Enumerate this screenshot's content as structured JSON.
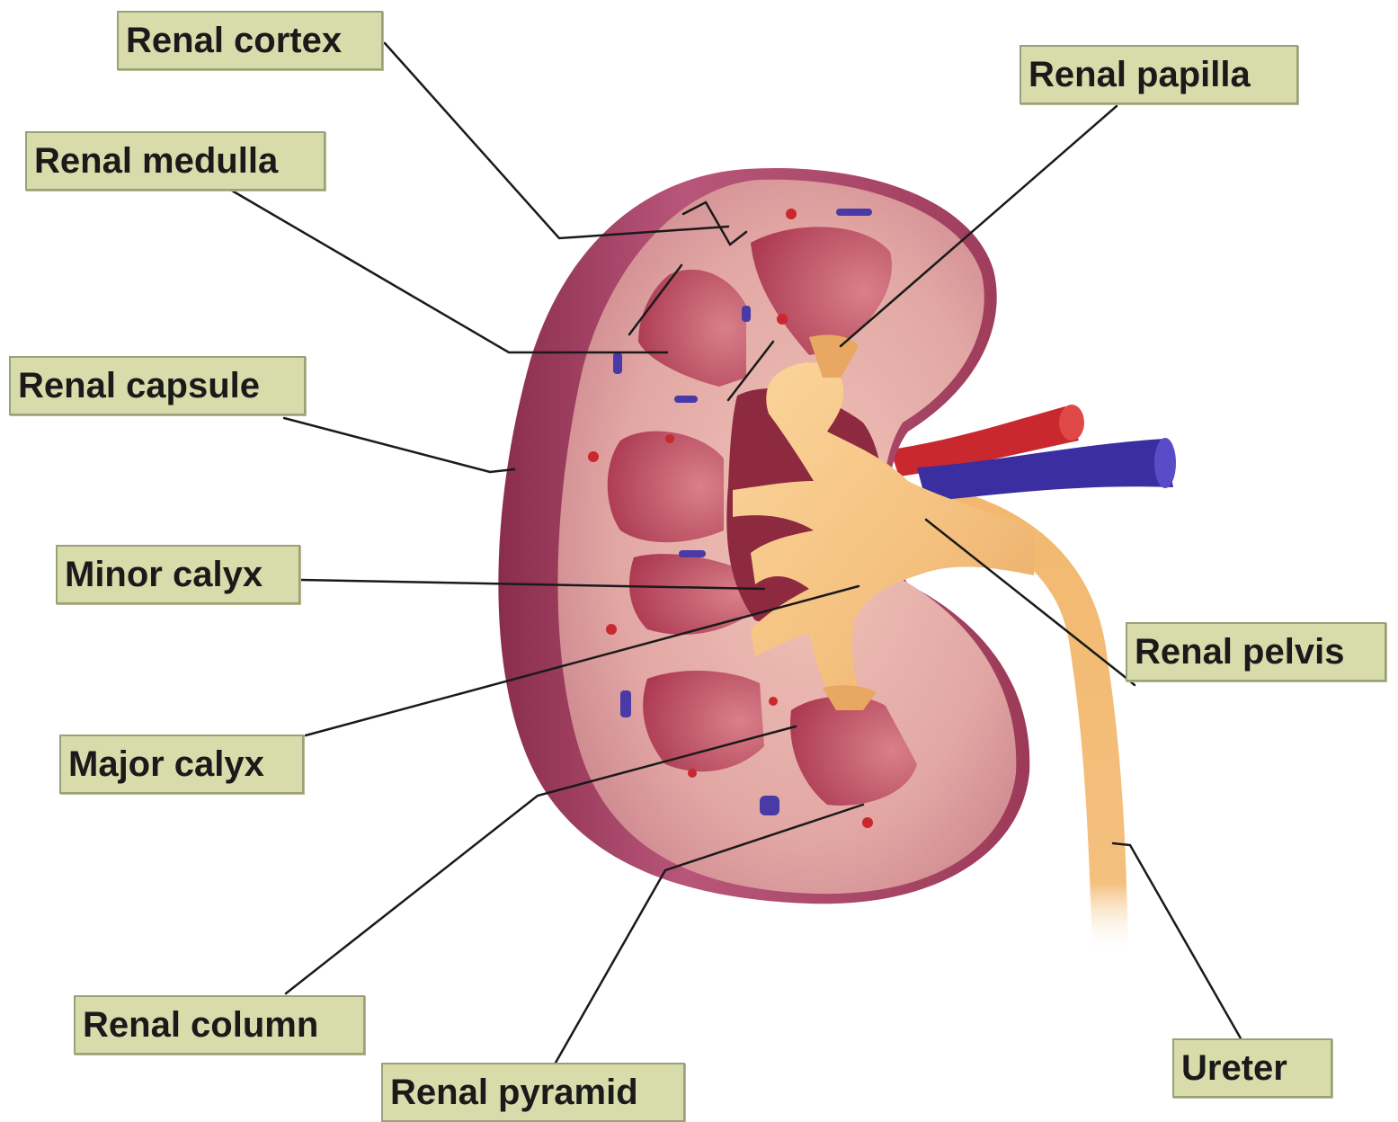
{
  "labels": {
    "renal_cortex": "Renal cortex",
    "renal_medulla": "Renal medulla",
    "renal_capsule": "Renal capsule",
    "minor_calyx": "Minor calyx",
    "major_calyx": "Major calyx",
    "renal_column": "Renal column",
    "renal_pyramid": "Renal pyramid",
    "renal_papilla": "Renal papilla",
    "renal_pelvis": "Renal pelvis",
    "ureter": "Ureter"
  },
  "colors": {
    "label_background": "#d8dcab",
    "label_border": "#9aa07a",
    "capsule": "#9c3a58",
    "cortex": "#e2a7a4",
    "pyramid": "#b8445a",
    "pelvis": "#f4c07e",
    "artery": "#c8282e",
    "vein": "#3a2ea0",
    "leader_line": "#1a1a1a"
  }
}
